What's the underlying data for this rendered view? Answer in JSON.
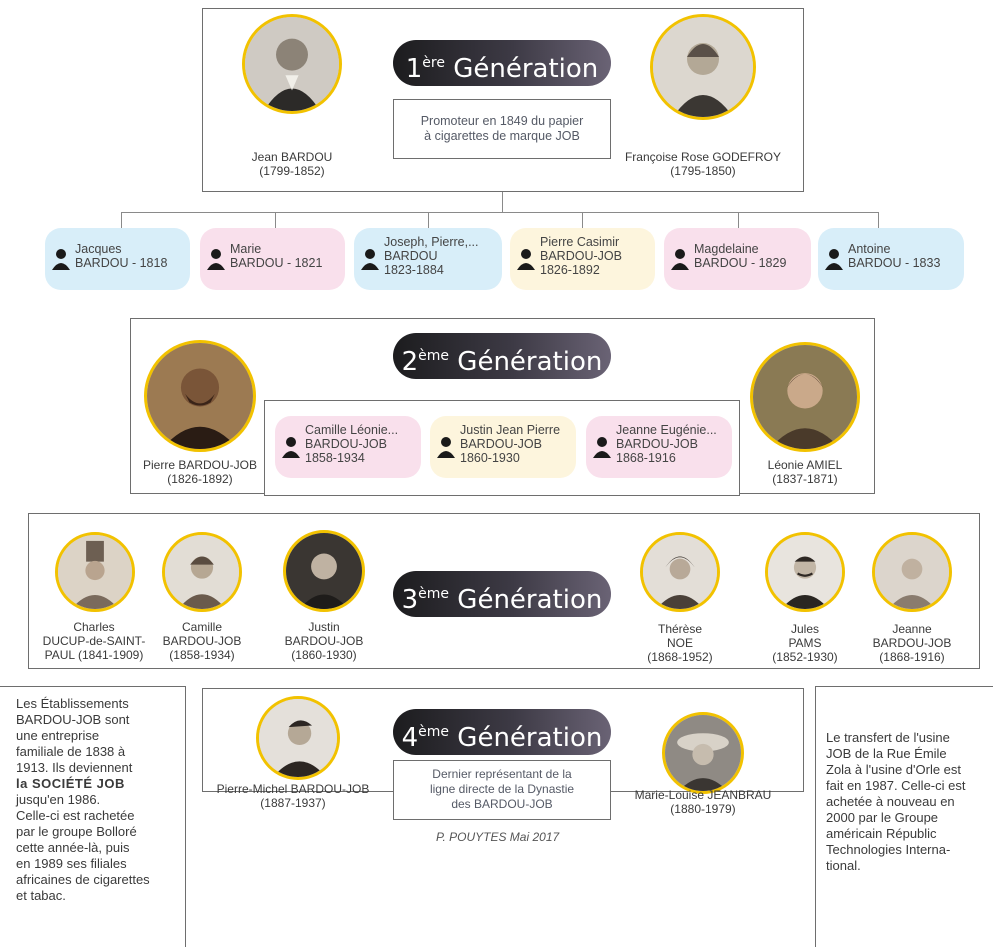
{
  "gen1": {
    "title_main": "1",
    "title_sup": "ère",
    "title_rest": " Génération",
    "description": [
      "Promoteur en 1849 du papier",
      "à cigarettes de marque JOB"
    ],
    "left": {
      "name": "Jean BARDOU",
      "dates": "(1799-1852)"
    },
    "right": {
      "name": "Françoise Rose GODEFROY",
      "dates": "(1795-1850)"
    },
    "children": [
      {
        "line1": "Jacques",
        "line2": "BARDOU - 1818",
        "color": "blue"
      },
      {
        "line1": "Marie",
        "line2": "BARDOU - 1821",
        "color": "pink"
      },
      {
        "line1": "Joseph, Pierre,...",
        "line2": "BARDOU",
        "line3": "1823-1884",
        "color": "blue"
      },
      {
        "line1": "Pierre Casimir",
        "line2": "BARDOU-JOB",
        "line3": "1826-1892",
        "color": "cream"
      },
      {
        "line1": "Magdelaine",
        "line2": "BARDOU - 1829",
        "color": "pink"
      },
      {
        "line1": "Antoine",
        "line2": "BARDOU - 1833",
        "color": "blue"
      }
    ]
  },
  "gen2": {
    "title_main": "2",
    "title_sup": "ème",
    "title_rest": " Génération",
    "left": {
      "name": "Pierre BARDOU-JOB",
      "dates": "(1826-1892)"
    },
    "right": {
      "name": "Léonie AMIEL",
      "dates": "(1837-1871)"
    },
    "children": [
      {
        "line1": "Camille Léonie...",
        "line2": "BARDOU-JOB",
        "line3": "1858-1934",
        "color": "pink"
      },
      {
        "line1": "Justin Jean Pierre",
        "line2": "BARDOU-JOB",
        "line3": "1860-1930",
        "color": "cream"
      },
      {
        "line1": "Jeanne Eugénie...",
        "line2": "BARDOU-JOB",
        "line3": "1868-1916",
        "color": "pink"
      }
    ]
  },
  "gen3": {
    "title_main": "3",
    "title_sup": "ème",
    "title_rest": " Génération",
    "people": [
      {
        "l1": "Charles",
        "l2": "DUCUP-de-SAINT-",
        "l3": "PAUL (1841-1909)"
      },
      {
        "l1": "Camille",
        "l2": "BARDOU-JOB",
        "l3": "(1858-1934)"
      },
      {
        "l1": "Justin",
        "l2": "BARDOU-JOB",
        "l3": "(1860-1930)"
      },
      {
        "l1": "Thérèse",
        "l2": "NOE",
        "l3": "(1868-1952)"
      },
      {
        "l1": "Jules",
        "l2": "PAMS",
        "l3": "(1852-1930)"
      },
      {
        "l1": "Jeanne",
        "l2": "BARDOU-JOB",
        "l3": "(1868-1916)"
      }
    ]
  },
  "gen4": {
    "title_main": "4",
    "title_sup": "ème",
    "title_rest": " Génération",
    "description": [
      "Dernier représentant de la",
      "ligne directe de la Dynastie",
      "des BARDOU-JOB"
    ],
    "left": {
      "name": "Pierre-Michel BARDOU-JOB",
      "dates": "(1887-1937)"
    },
    "right": {
      "name": "Marie-Louise JEANBRAU",
      "dates": "(1880-1979)"
    }
  },
  "left_note": {
    "lines": [
      "Les Établissements",
      "BARDOU-JOB sont",
      "une entreprise",
      "familiale de 1838 à",
      "1913. Ils deviennent",
      "la SOCIÉTÉ JOB",
      "jusqu'en 1986.",
      "Celle-ci est rachetée",
      "par le groupe Bolloré",
      "cette année-là, puis",
      "en 1989 ses filiales",
      "africaines de cigarettes",
      "et tabac."
    ]
  },
  "right_note": {
    "lines": [
      "Le transfert de l'usine",
      "JOB de la Rue Émile",
      "Zola à l'usine d'Orle est",
      "fait en 1987. Celle-ci est",
      "achetée à nouveau en",
      "2000 par le Groupe",
      "américain Républic",
      "Technologies Interna-",
      "tional."
    ]
  },
  "credit": "P. POUYTES Mai 2017"
}
